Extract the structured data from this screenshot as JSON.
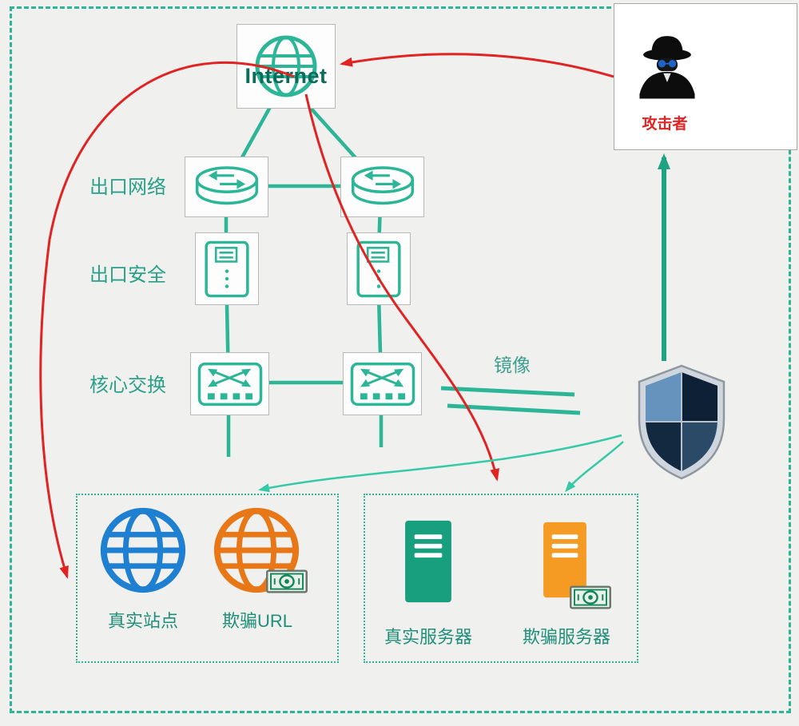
{
  "diagram": {
    "internet": {
      "label": "Internet"
    },
    "attacker": {
      "label": "攻击者"
    },
    "rows": {
      "egress_network": "出口网络",
      "egress_security": "出口安全",
      "core_switch": "核心交换"
    },
    "mirror": {
      "label": "镜像"
    },
    "web_group": {
      "real_site": "真实站点",
      "fake_url": "欺骗URL"
    },
    "server_group": {
      "real_server": "真实服务器",
      "fake_server": "欺骗服务器"
    },
    "colors": {
      "teal_line": "#2cb596",
      "dark_teal_text": "#0c6b5a",
      "row_label_teal": "#2aa08a",
      "attack_red": "#e02424",
      "light_teal_arrow": "#35c9a8",
      "deep_green_arrow": "#1fa383",
      "blue_globe": "#1f7fd0",
      "orange_globe": "#e87817",
      "green_server": "#18a07e",
      "orange_server": "#f59a23"
    }
  }
}
